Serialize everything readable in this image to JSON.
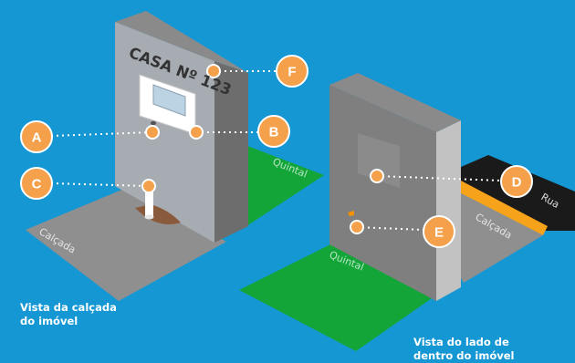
{
  "house_title": "CASA Nº 123",
  "areas": {
    "calcada_left": "Calçada",
    "quintal_left": "Quintal",
    "quintal_right": "Quintal",
    "calcada_right": "Calçada",
    "rua": "Rua"
  },
  "markers": [
    {
      "id": "A",
      "label": "A"
    },
    {
      "id": "B",
      "label": "B"
    },
    {
      "id": "C",
      "label": "C"
    },
    {
      "id": "D",
      "label": "D"
    },
    {
      "id": "E",
      "label": "E"
    },
    {
      "id": "F",
      "label": "F"
    }
  ],
  "captions": {
    "left_line1": "Vista da calçada",
    "left_line2": "do imóvel",
    "right_line1": "Vista do lado de",
    "right_line2": "dentro do imóvel"
  },
  "colors": {
    "background": "#1597d4",
    "marker": "#f5a04a",
    "grass": "#13a538",
    "pavement": "#8f8f8f",
    "street": "#1a1a1a",
    "curb": "#f7a21b"
  }
}
